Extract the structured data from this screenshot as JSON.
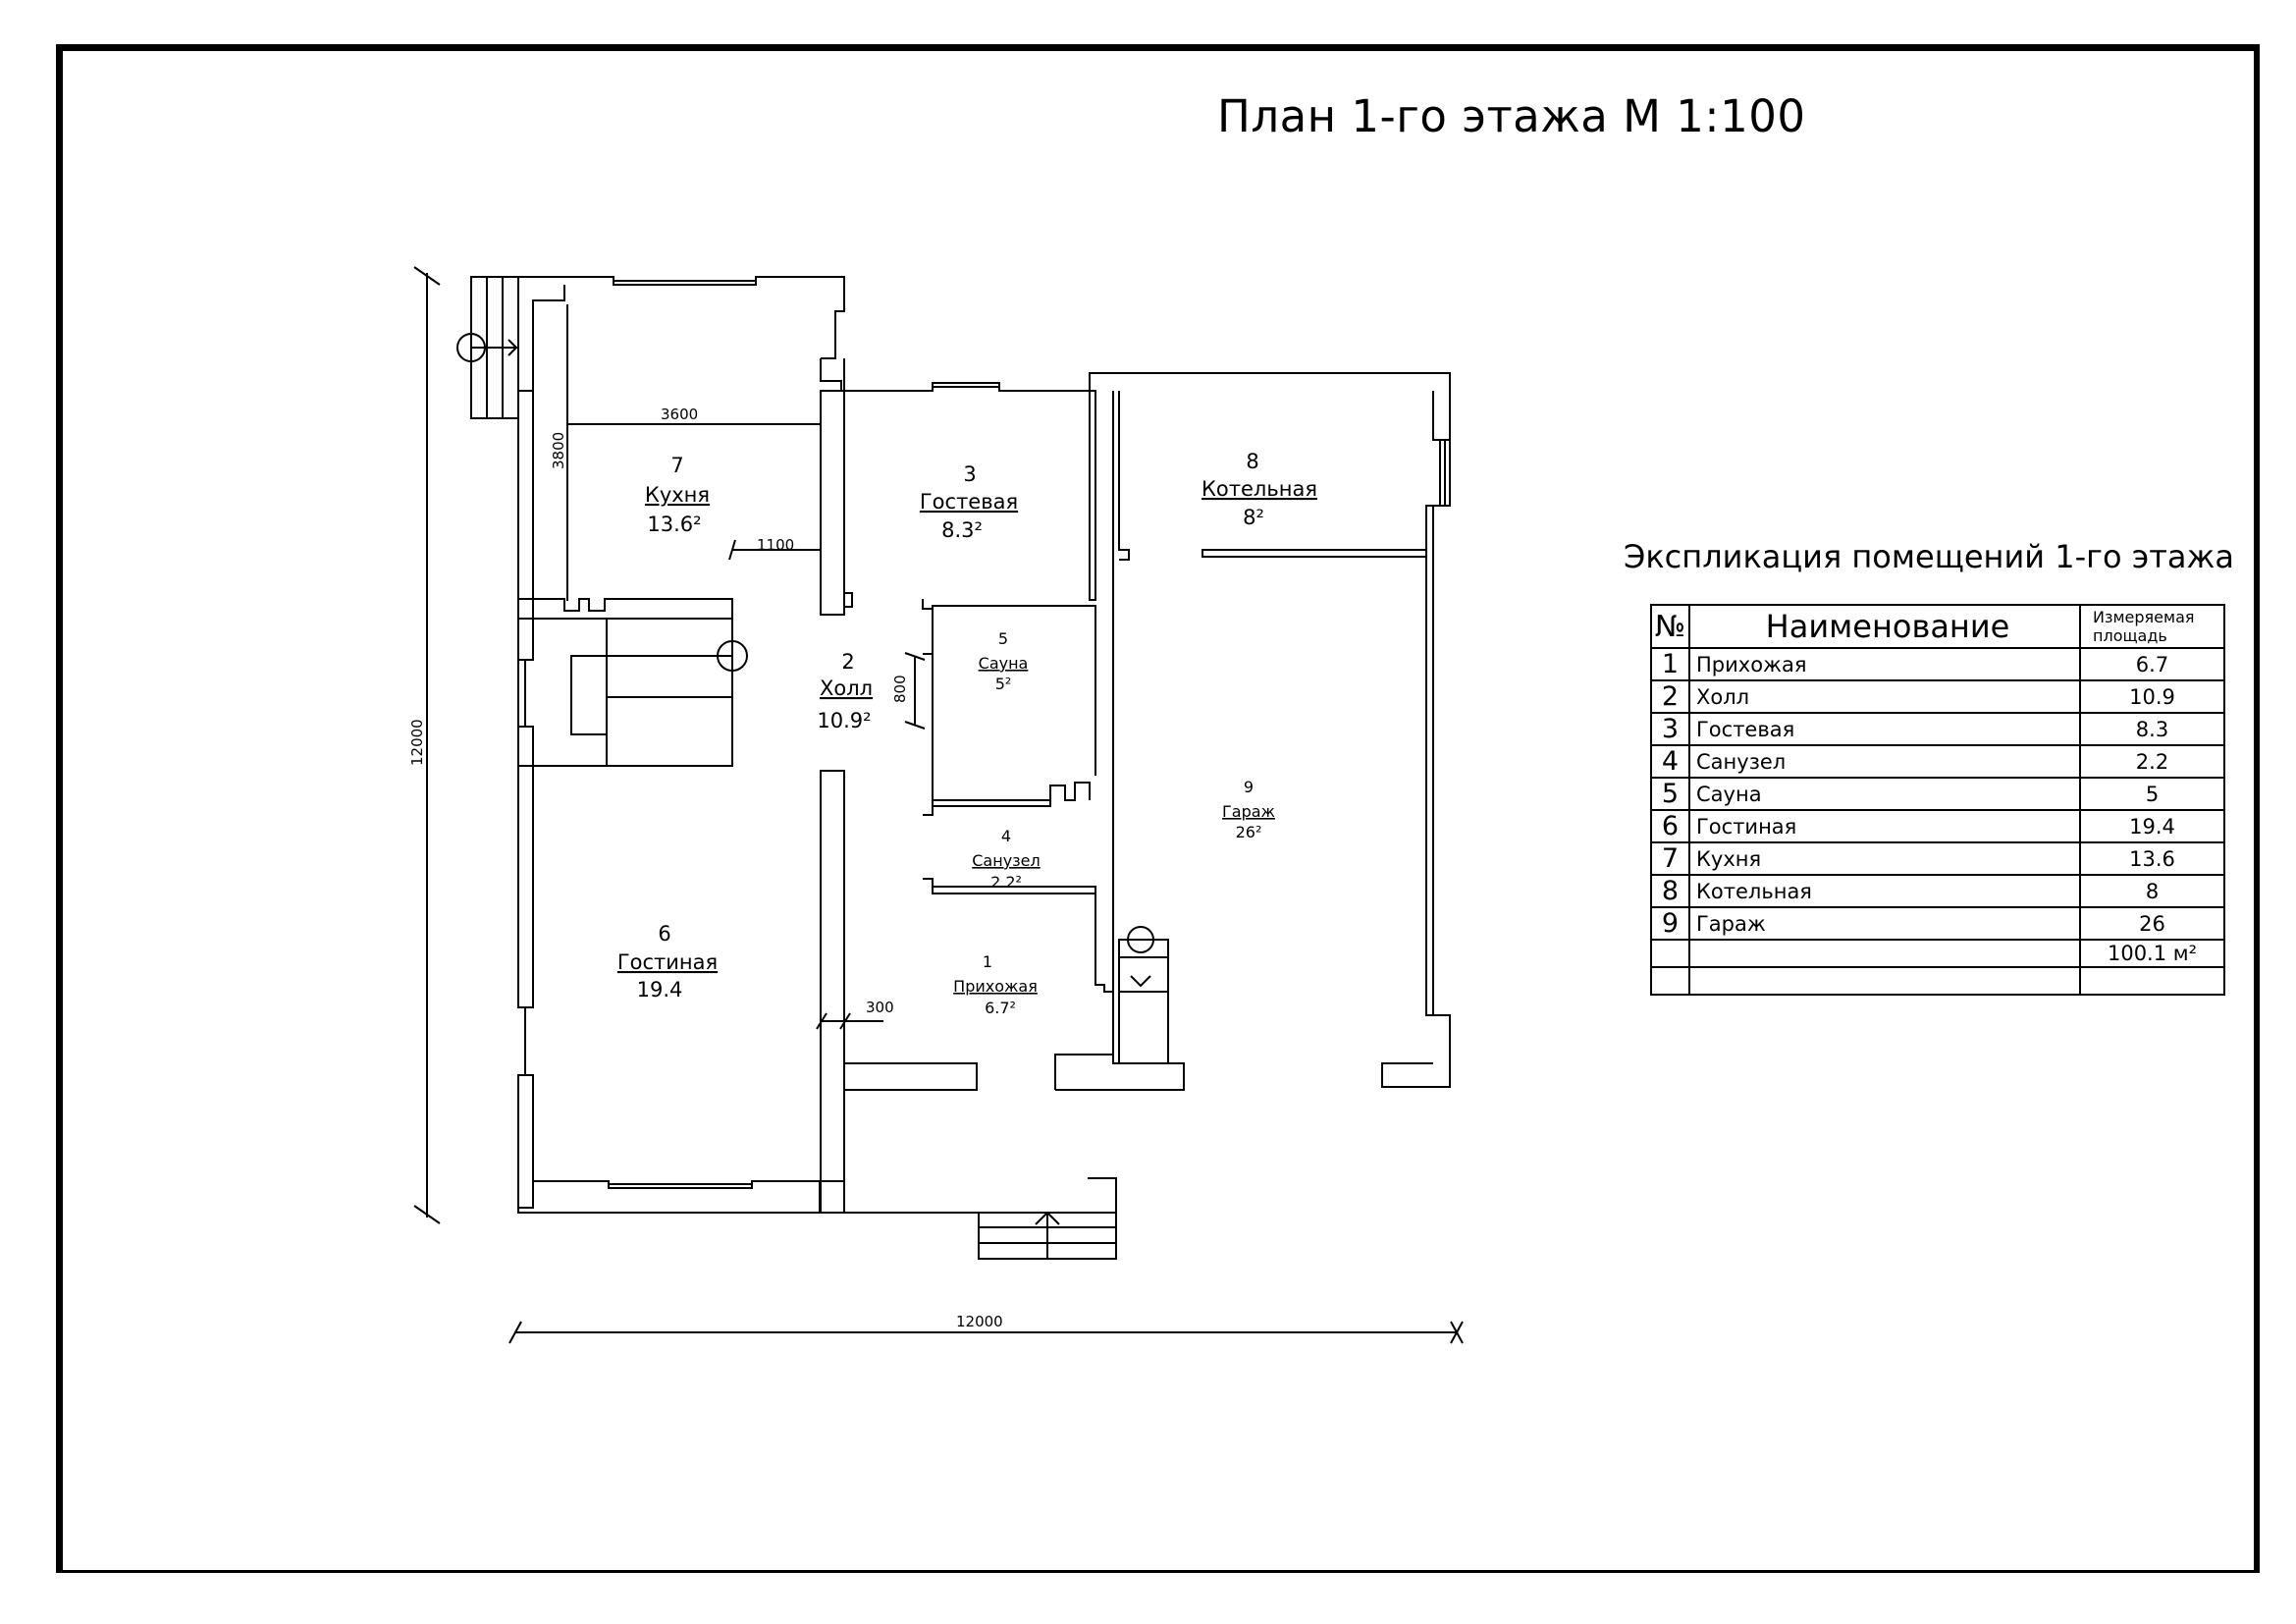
{
  "title": "План 1-го этажа М 1:100",
  "explication": {
    "title": "Экспликация помещений 1-го этажа",
    "header": {
      "num": "№",
      "name": "Наименование",
      "area": "Измеряемая площадь"
    },
    "rows": [
      {
        "num": "1",
        "name": "Прихожая",
        "area": "6.7"
      },
      {
        "num": "2",
        "name": "Холл",
        "area": "10.9"
      },
      {
        "num": "3",
        "name": "Гостевая",
        "area": "8.3"
      },
      {
        "num": "4",
        "name": "Санузел",
        "area": "2.2"
      },
      {
        "num": "5",
        "name": "Сауна",
        "area": "5"
      },
      {
        "num": "6",
        "name": "Гостиная",
        "area": "19.4"
      },
      {
        "num": "7",
        "name": "Кухня",
        "area": "13.6"
      },
      {
        "num": "8",
        "name": "Котельная",
        "area": "8"
      },
      {
        "num": "9",
        "name": "Гараж",
        "area": "26"
      }
    ],
    "total": "100.1 м²"
  },
  "rooms": [
    {
      "num": "7",
      "name": "Кухня",
      "area": "13.6²"
    },
    {
      "num": "3",
      "name": "Гостевая",
      "area": "8.3²"
    },
    {
      "num": "8",
      "name": "Котельная",
      "area": "8²"
    },
    {
      "num": "2",
      "name": "Холл",
      "area": "10.9²"
    },
    {
      "num": "5",
      "name": "Сауна",
      "area": "5²"
    },
    {
      "num": "9",
      "name": "Гараж",
      "area": "26²"
    },
    {
      "num": "4",
      "name": "Санузел",
      "area": "2.2²"
    },
    {
      "num": "6",
      "name": "Гостиная",
      "area": "19.4"
    },
    {
      "num": "1",
      "name": "Прихожая",
      "area": "6.7²"
    }
  ],
  "dimensions": {
    "kitchen_width": "3600",
    "kitchen_depth": "3800",
    "kitchen_gap": "1100",
    "hall_gap": "800",
    "wall_gap": "300",
    "overall_height": "12000",
    "overall_width": "12000"
  }
}
